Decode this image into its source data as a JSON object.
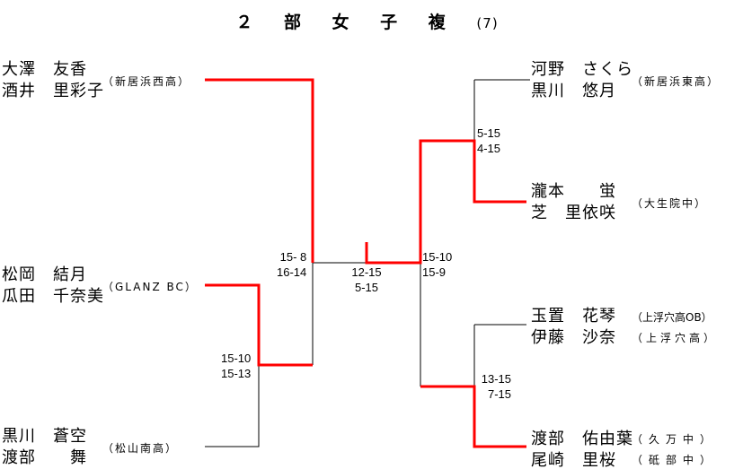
{
  "title": "２ 部 女 子 複",
  "title_num": "(7)",
  "colors": {
    "win": "#ff0000",
    "line": "#000000"
  },
  "teams": [
    {
      "p1": "大澤　友香",
      "p2": "酒井　里彩子",
      "aff": "（新居浜西高）"
    },
    {
      "p1": "松岡　結月",
      "p2": "瓜田　千奈美",
      "aff": "（GLANZ BC）"
    },
    {
      "p1": "黒川　蒼空",
      "p2": "渡部　　舞",
      "aff": "（松山南高）"
    },
    {
      "p1": "河野　さくら",
      "p2": "黒川　悠月",
      "aff": "（新居浜東高）"
    },
    {
      "p1": "瀧本　　蛍",
      "p2": "芝　里依咲",
      "aff": "（大生院中）"
    },
    {
      "p1": "玉置　花琴",
      "p2": "伊藤　沙奈",
      "aff": "（上浮穴高OB）",
      "aff2": "（上浮穴高）"
    },
    {
      "p1": "渡部　佑由葉",
      "p2": "尾崎　里桜",
      "aff": "（久万中）",
      "aff2": "（砥部中）"
    }
  ],
  "scores": {
    "left_r1": [
      "15-10",
      "15-13"
    ],
    "left_semi": [
      "15- 8",
      "16-14"
    ],
    "final": [
      "12-15",
      "5-15"
    ],
    "right_semi": [
      "15-10",
      "15-9"
    ],
    "right_r1_top": [
      "5-15",
      "4-15"
    ],
    "right_r1_bottom": [
      "13-15",
      "7-15"
    ]
  }
}
